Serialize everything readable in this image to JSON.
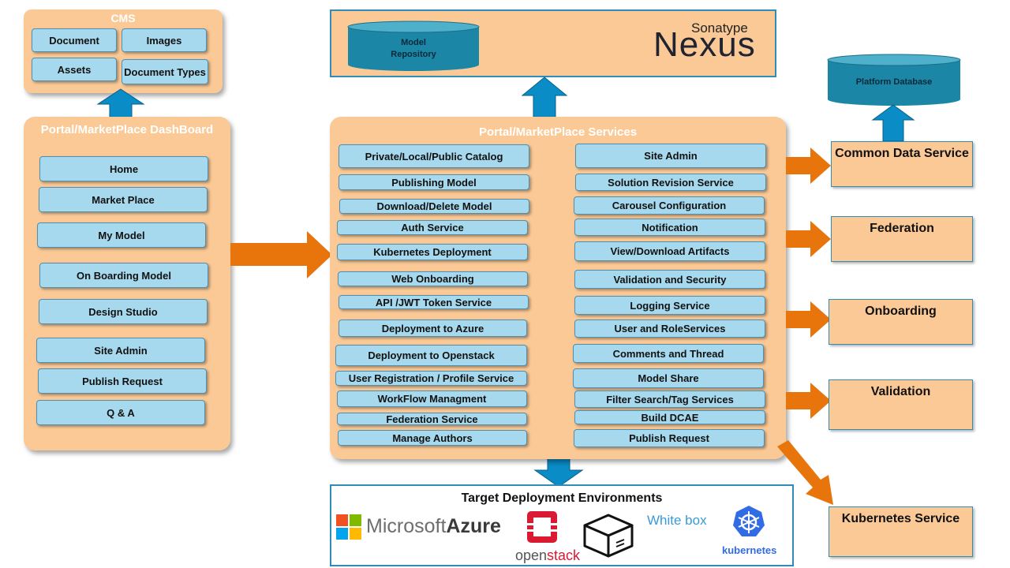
{
  "cms": {
    "title": "CMS",
    "items": [
      "Document",
      "Images",
      "Assets",
      "Document Types"
    ]
  },
  "nexus_box": {
    "repository_label_line1": "Model",
    "repository_label_line2": "Repository",
    "brand_small": "Sonatype",
    "brand_large": "Nexus"
  },
  "platform_db": {
    "label": "Platform Database"
  },
  "dashboard": {
    "title": "Portal/MarketPlace  DashBoard",
    "items": [
      "Home",
      "Market Place",
      "My Model",
      "On Boarding Model",
      "Design Studio",
      "Site Admin",
      "Publish Request",
      "Q & A"
    ]
  },
  "services": {
    "title": "Portal/MarketPlace Services",
    "left": [
      "Private/Local/Public Catalog",
      "Publishing Model",
      "Download/Delete  Model",
      "Auth Service",
      "Kubernetes Deployment",
      "Web Onboarding",
      "API /JWT Token Service",
      "Deployment to Azure",
      "Deployment to Openstack",
      "User Registration / Profile Service",
      "WorkFlow Managment",
      "Federation Service",
      "Manage Authors"
    ],
    "right": [
      "Site Admin",
      "Solution Revision Service",
      "Carousel  Configuration",
      "Notification",
      "View/Download Artifacts",
      "Validation and Security",
      "Logging Service",
      "User and RoleServices",
      "Comments and Thread",
      "Model Share",
      "Filter Search/Tag Services",
      "Build DCAE",
      "Publish Request"
    ]
  },
  "external_services": [
    "Common Data Service",
    "Federation",
    "Onboarding",
    "Validation",
    "Kubernetes Service"
  ],
  "deployment": {
    "title": "Target Deployment Environments",
    "azure_ms": "Microsoft",
    "azure_az": "Azure",
    "openstack_open": "open",
    "openstack_stack": "stack",
    "whitebox": "White box",
    "kubernetes": "kubernetes"
  },
  "colors": {
    "panel_fill": "#fbc996",
    "button_fill": "#a6d9ee",
    "arrow_blue": "#0a8cc7",
    "arrow_orange": "#e8740c",
    "cylinder_teal": "#1b86a6"
  }
}
